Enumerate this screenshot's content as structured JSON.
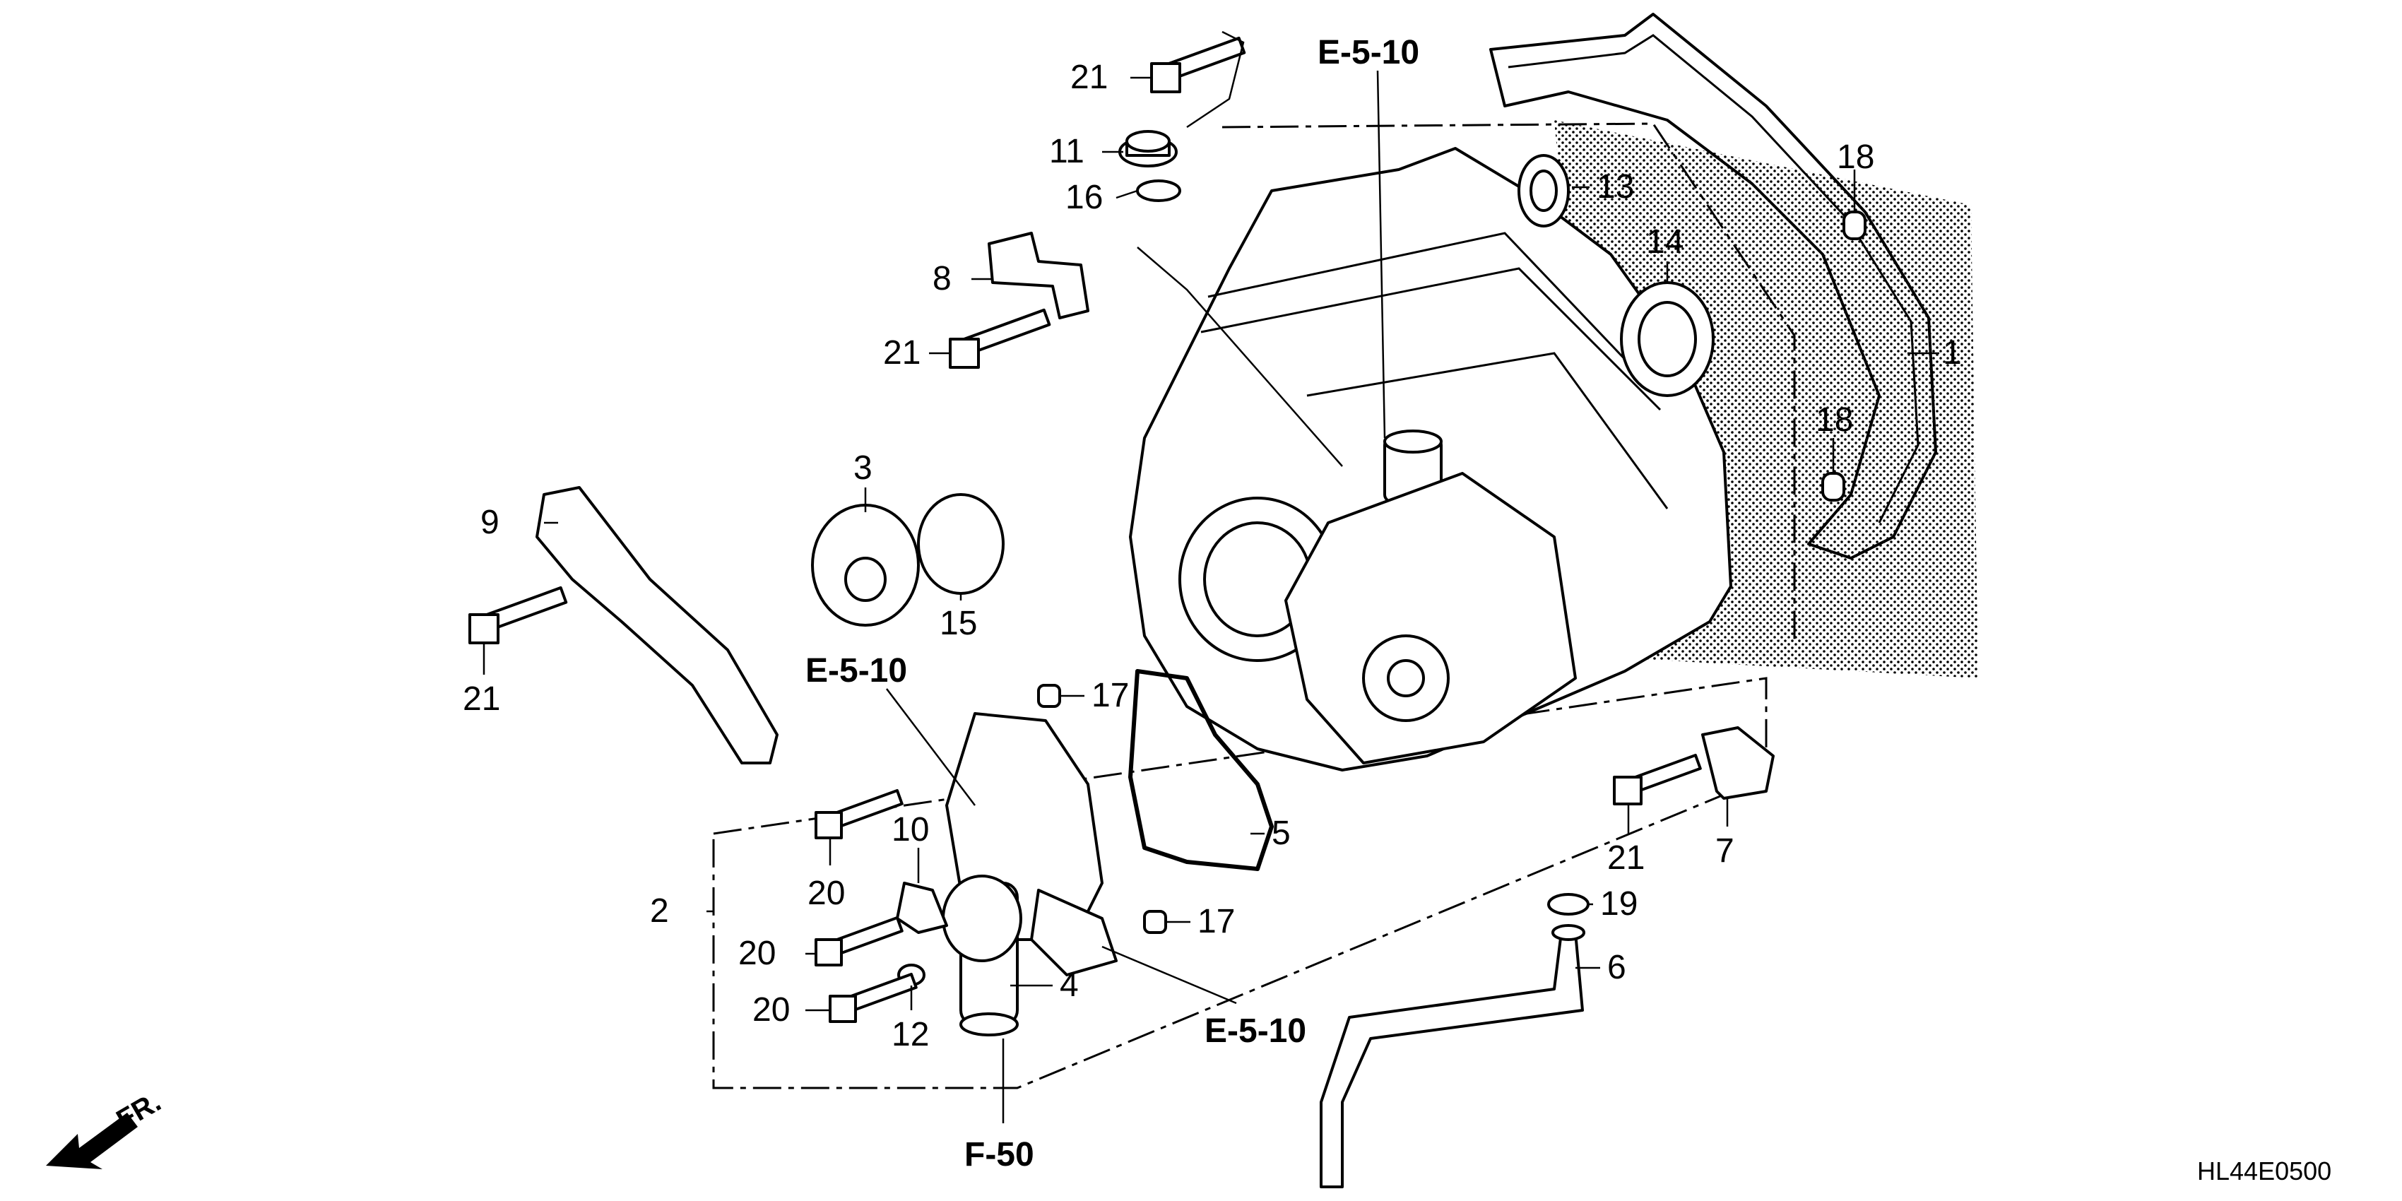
{
  "callouts": [
    {
      "id": "c1",
      "label": "1"
    },
    {
      "id": "c2",
      "label": "2"
    },
    {
      "id": "c3",
      "label": "3"
    },
    {
      "id": "c4",
      "label": "4"
    },
    {
      "id": "c5",
      "label": "5"
    },
    {
      "id": "c6",
      "label": "6"
    },
    {
      "id": "c7",
      "label": "7"
    },
    {
      "id": "c8",
      "label": "8"
    },
    {
      "id": "c9",
      "label": "9"
    },
    {
      "id": "c10",
      "label": "10"
    },
    {
      "id": "c11",
      "label": "11"
    },
    {
      "id": "c12",
      "label": "12"
    },
    {
      "id": "c13",
      "label": "13"
    },
    {
      "id": "c14",
      "label": "14"
    },
    {
      "id": "c15",
      "label": "15"
    },
    {
      "id": "c16",
      "label": "16"
    },
    {
      "id": "c17a",
      "label": "17"
    },
    {
      "id": "c17b",
      "label": "17"
    },
    {
      "id": "c18a",
      "label": "18"
    },
    {
      "id": "c18b",
      "label": "18"
    },
    {
      "id": "c19",
      "label": "19"
    },
    {
      "id": "c20a",
      "label": "20"
    },
    {
      "id": "c20b",
      "label": "20"
    },
    {
      "id": "c20c",
      "label": "20"
    },
    {
      "id": "c21a",
      "label": "21"
    },
    {
      "id": "c21b",
      "label": "21"
    },
    {
      "id": "c21c",
      "label": "21"
    },
    {
      "id": "c21d",
      "label": "21"
    }
  ],
  "references": {
    "e5_10_top": "E-5-10",
    "e5_10_left": "E-5-10",
    "e5_10_bottom": "E-5-10",
    "f50": "F-50"
  },
  "direction_label": "FR.",
  "diagram_code": "HL44E0500"
}
